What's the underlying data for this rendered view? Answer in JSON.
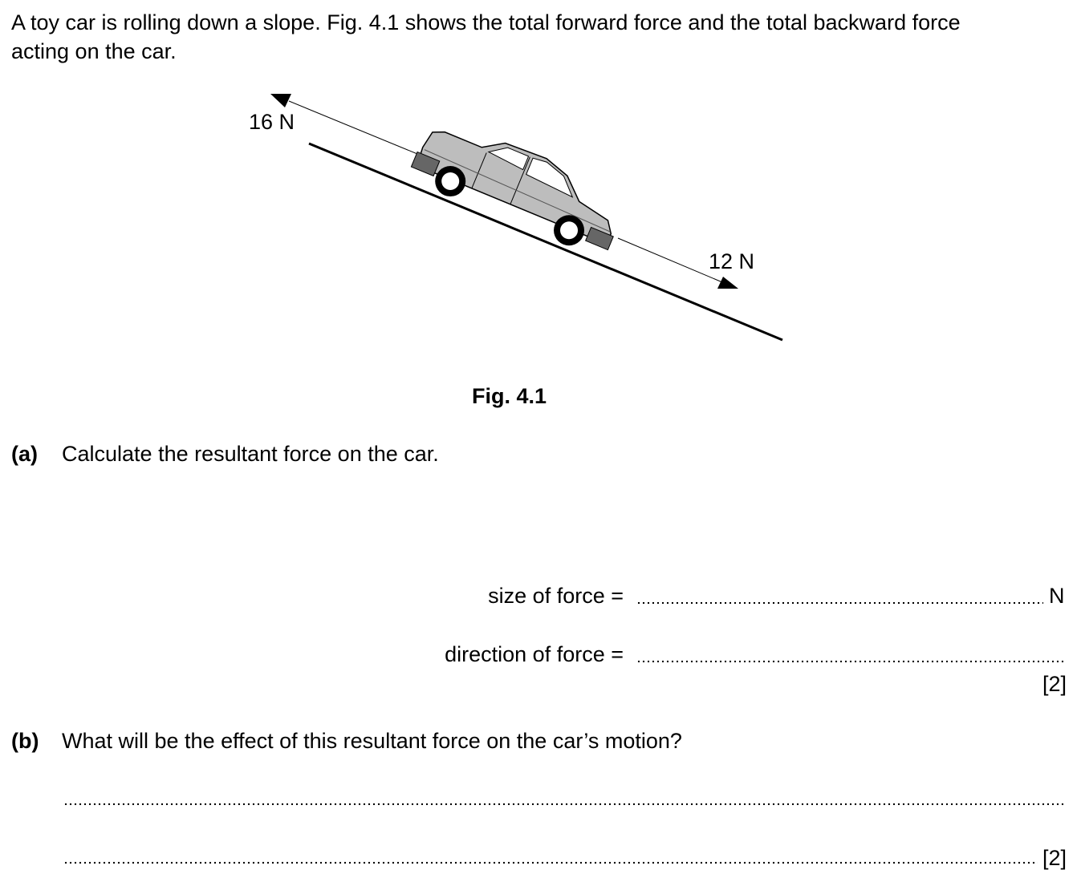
{
  "intro": {
    "line1": "A toy car is rolling down a slope. Fig. 4.1 shows the total forward force and the total backward force",
    "line2": "acting on the car."
  },
  "figure": {
    "backward_force_label": "16 N",
    "forward_force_label": "12 N",
    "caption": "Fig. 4.1"
  },
  "part_a": {
    "label": "(a)",
    "question": "Calculate the resultant force on the car.",
    "size_label": "size of force =",
    "size_unit": "N",
    "direction_label": "direction of force =",
    "marks": "[2]"
  },
  "part_b": {
    "label": "(b)",
    "question": "What will be the effect of this resultant force on the car’s motion?",
    "marks": "[2]"
  }
}
